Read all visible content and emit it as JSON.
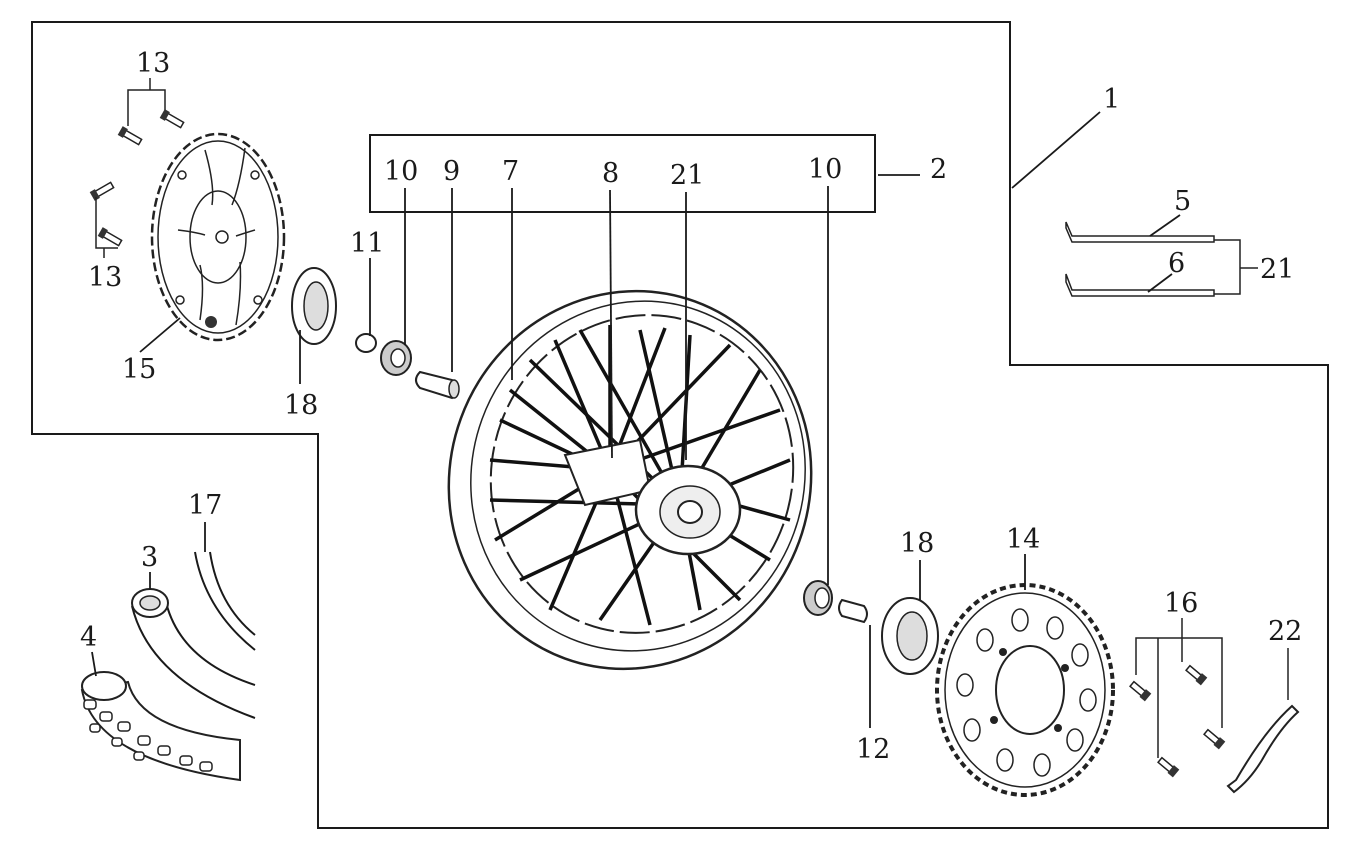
{
  "diagram": {
    "callouts": {
      "c1": "1",
      "c2": "2",
      "c3": "3",
      "c4": "4",
      "c5": "5",
      "c6": "6",
      "c7": "7",
      "c8": "8",
      "c9": "9",
      "c10_left": "10",
      "c10_right": "10",
      "c11": "11",
      "c12": "12",
      "c13_top": "13",
      "c13_bottom": "13",
      "c14": "14",
      "c15": "15",
      "c16": "16",
      "c17": "17",
      "c18_left": "18",
      "c18_right": "18",
      "c21_top": "21",
      "c21_right": "21",
      "c22": "22"
    }
  }
}
